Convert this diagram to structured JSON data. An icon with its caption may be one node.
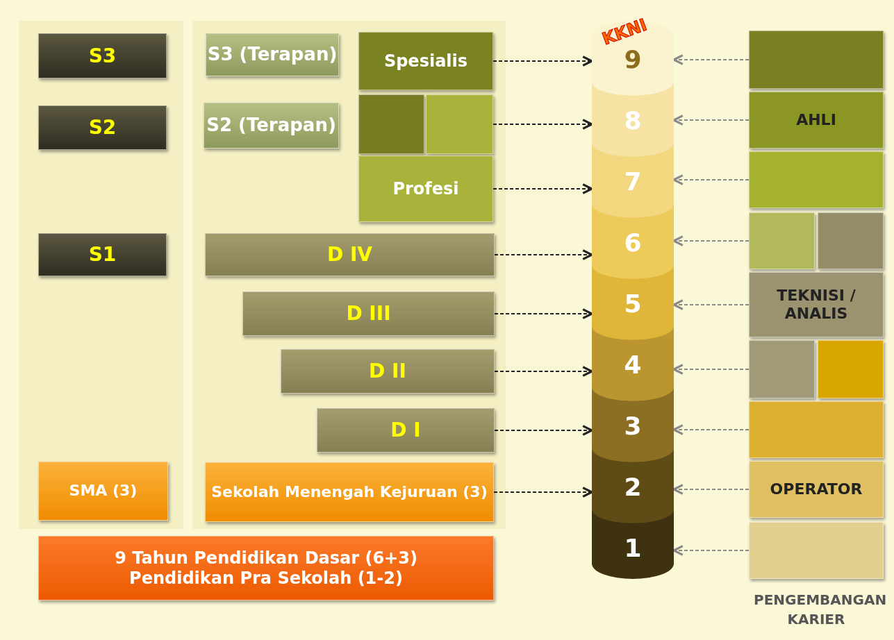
{
  "diagram": {
    "nodes": [
      {
        "text": [
          "S3"
        ]
      },
      {
        "text": [
          "S2"
        ]
      },
      {
        "text": [
          "S1"
        ]
      },
      {
        "text": [
          "SMA (3)"
        ]
      },
      {
        "text": [
          "S3 (Terapan)"
        ]
      },
      {
        "text": [
          "S2 (Terapan)"
        ]
      },
      {
        "text": [
          "D IV"
        ]
      },
      {
        "text": [
          "D III"
        ]
      },
      {
        "text": [
          "D II"
        ]
      },
      {
        "text": [
          "D I"
        ]
      },
      {
        "text": [
          "Sekolah Menengah Kejuruan (3)"
        ]
      },
      {
        "text": [
          "Spesialis"
        ]
      },
      {
        "text": [],
        "shape": "box"
      },
      {
        "text": [],
        "shape": "box"
      },
      {
        "text": [
          "Profesi"
        ]
      },
      {
        "text": [
          "9 Tahun Pendidikan Dasar (6+3)",
          "Pendidikan Pra Sekolah (1-2)"
        ]
      },
      {
        "text": [
          "KKNI",
          "9"
        ]
      },
      {
        "text": [
          "8"
        ]
      },
      {
        "text": [
          "7"
        ]
      },
      {
        "text": [
          "6"
        ]
      },
      {
        "text": [
          "5"
        ]
      },
      {
        "text": [
          "4"
        ]
      },
      {
        "text": [
          "3"
        ]
      },
      {
        "text": [
          "2"
        ]
      },
      {
        "text": [
          "1"
        ]
      },
      {
        "text": [],
        "shape": "box"
      },
      {
        "text": [
          "AHLI"
        ]
      },
      {
        "text": [],
        "shape": "box"
      },
      {
        "text": [],
        "shape": "box"
      },
      {
        "text": [],
        "shape": "box"
      },
      {
        "text": [
          "TEKNISI / ANALIS"
        ]
      },
      {
        "text": [],
        "shape": "box"
      },
      {
        "text": [],
        "shape": "box"
      },
      {
        "text": [],
        "shape": "box"
      },
      {
        "text": [
          "OPERATOR"
        ]
      },
      {
        "text": [],
        "shape": "box"
      }
    ],
    "edges": [
      {
        "from": 11,
        "to": 16,
        "arrow": "to",
        "style": "dashed",
        "color": "#222222"
      },
      {
        "from": 13,
        "to": 17,
        "arrow": "to",
        "style": "dashed",
        "color": "#222222"
      },
      {
        "from": 14,
        "to": 18,
        "arrow": "to",
        "style": "dashed",
        "color": "#222222"
      },
      {
        "from": 6,
        "to": 19,
        "arrow": "to",
        "style": "dashed",
        "color": "#222222"
      },
      {
        "from": 7,
        "to": 20,
        "arrow": "to",
        "style": "dashed",
        "color": "#222222"
      },
      {
        "from": 8,
        "to": 21,
        "arrow": "to",
        "style": "dashed",
        "color": "#222222"
      },
      {
        "from": 9,
        "to": 22,
        "arrow": "to",
        "style": "dashed",
        "color": "#222222"
      },
      {
        "from": 10,
        "to": 23,
        "arrow": "to",
        "style": "dashed",
        "color": "#222222"
      },
      {
        "from": 25,
        "to": 16,
        "arrow": "to",
        "style": "dashed"
      },
      {
        "from": 26,
        "to": 17,
        "arrow": "to",
        "style": "dashed"
      },
      {
        "from": 27,
        "to": 18,
        "arrow": "to",
        "style": "dashed"
      },
      {
        "from": 28,
        "to": 19,
        "arrow": "to",
        "style": "dashed"
      },
      {
        "from": 30,
        "to": 20,
        "arrow": "to",
        "style": "dashed"
      },
      {
        "from": 31,
        "to": 21,
        "arrow": "to",
        "style": "dashed"
      },
      {
        "from": 33,
        "to": 22,
        "arrow": "to",
        "style": "dashed"
      },
      {
        "from": 34,
        "to": 23,
        "arrow": "to",
        "style": "dashed"
      },
      {
        "from": 35,
        "to": 24,
        "arrow": "to",
        "style": "dashed"
      }
    ],
    "labels": [
      "PENGEMBANGAN KARIER"
    ]
  }
}
